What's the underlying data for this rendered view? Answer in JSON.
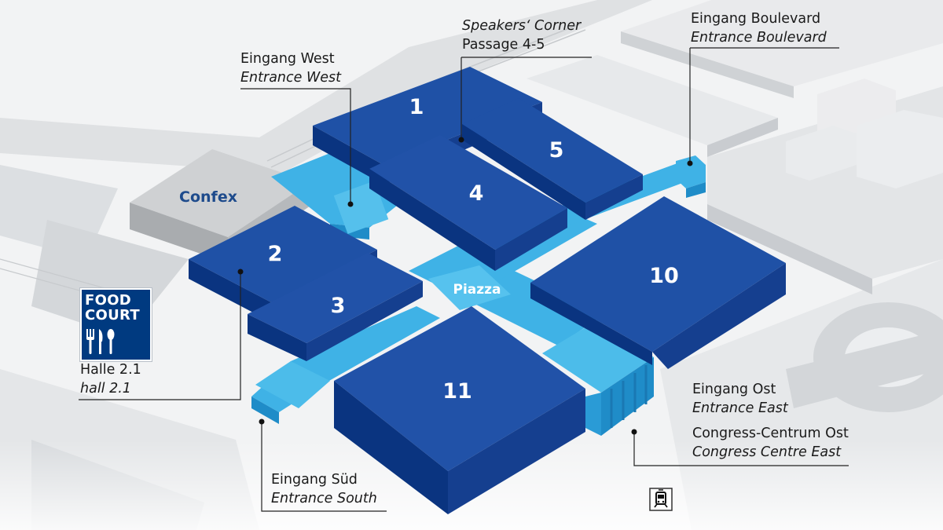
{
  "colors": {
    "hall_top": "#1e4fa3",
    "hall_side": "#0a3480",
    "hall_front": "#153f8f",
    "passage": "#3fb2e6",
    "passage_dark": "#1f8cc8",
    "food_court_bg": "#003a80",
    "background": "#f2f3f4",
    "road": "#d9dcdf",
    "building": "#e4e6e8",
    "confex": "#c8cacc"
  },
  "halls": [
    {
      "id": "hall-1",
      "number": "1"
    },
    {
      "id": "hall-2",
      "number": "2"
    },
    {
      "id": "hall-3",
      "number": "3"
    },
    {
      "id": "hall-4",
      "number": "4"
    },
    {
      "id": "hall-5",
      "number": "5"
    },
    {
      "id": "hall-10",
      "number": "10"
    },
    {
      "id": "hall-11",
      "number": "11"
    }
  ],
  "piazza": "Piazza",
  "confex": "Confex",
  "food_court": {
    "line1": "FOOD",
    "line2": "COURT",
    "icon": "cutlery-icon"
  },
  "labels": {
    "speakers_corner": {
      "de": "Speakers‘ Corner",
      "en": "Passage 4-5"
    },
    "entrance_boulevard": {
      "de": "Eingang Boulevard",
      "en": "Entrance Boulevard"
    },
    "entrance_west": {
      "de": "Eingang West",
      "en": "Entrance West"
    },
    "hall_21": {
      "de": "Halle 2.1",
      "en": "hall 2.1"
    },
    "entrance_south": {
      "de": "Eingang Süd",
      "en": "Entrance South"
    },
    "entrance_east": {
      "de": "Eingang Ost",
      "en": "Entrance East"
    },
    "congress_east": {
      "de": "Congress-Centrum Ost",
      "en": "Congress Centre East"
    }
  },
  "tram_icon": "tram-icon"
}
